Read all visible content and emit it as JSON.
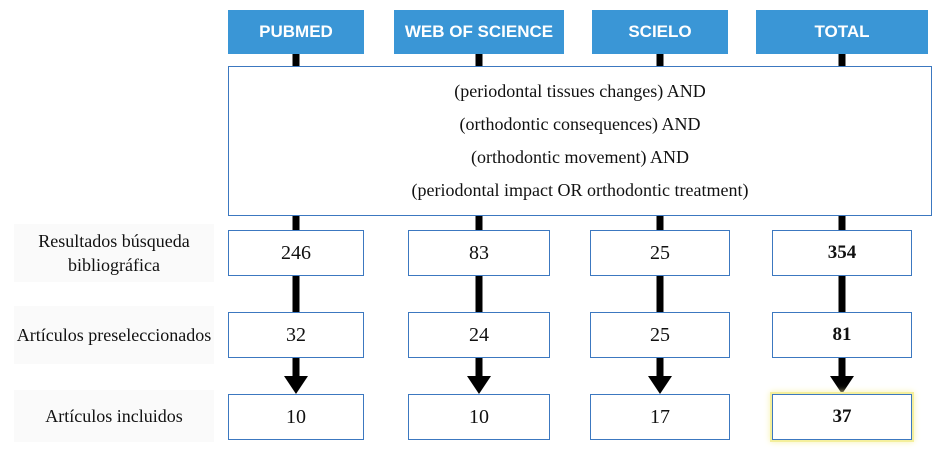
{
  "databases": [
    "PUBMED",
    "WEB OF SCIENCE",
    "SCIELO",
    "TOTAL"
  ],
  "query": {
    "lines": [
      "(periodontal tissues changes) AND",
      "(orthodontic consequences) AND",
      "(orthodontic movement) AND",
      "(periodontal impact OR orthodontic treatment)"
    ]
  },
  "rows": [
    {
      "label": "Resultados búsqueda bibliográfica",
      "values": [
        "246",
        "83",
        "25",
        "354"
      ]
    },
    {
      "label": "Artículos preseleccionados",
      "values": [
        "32",
        "24",
        "25",
        "81"
      ]
    },
    {
      "label": "Artículos incluidos",
      "values": [
        "10",
        "10",
        "17",
        "37"
      ]
    }
  ],
  "colors": {
    "header_bg": "#3a96d6",
    "box_border": "#3c78c0",
    "connector": "#000000",
    "highlight": "#f4ef9c"
  }
}
